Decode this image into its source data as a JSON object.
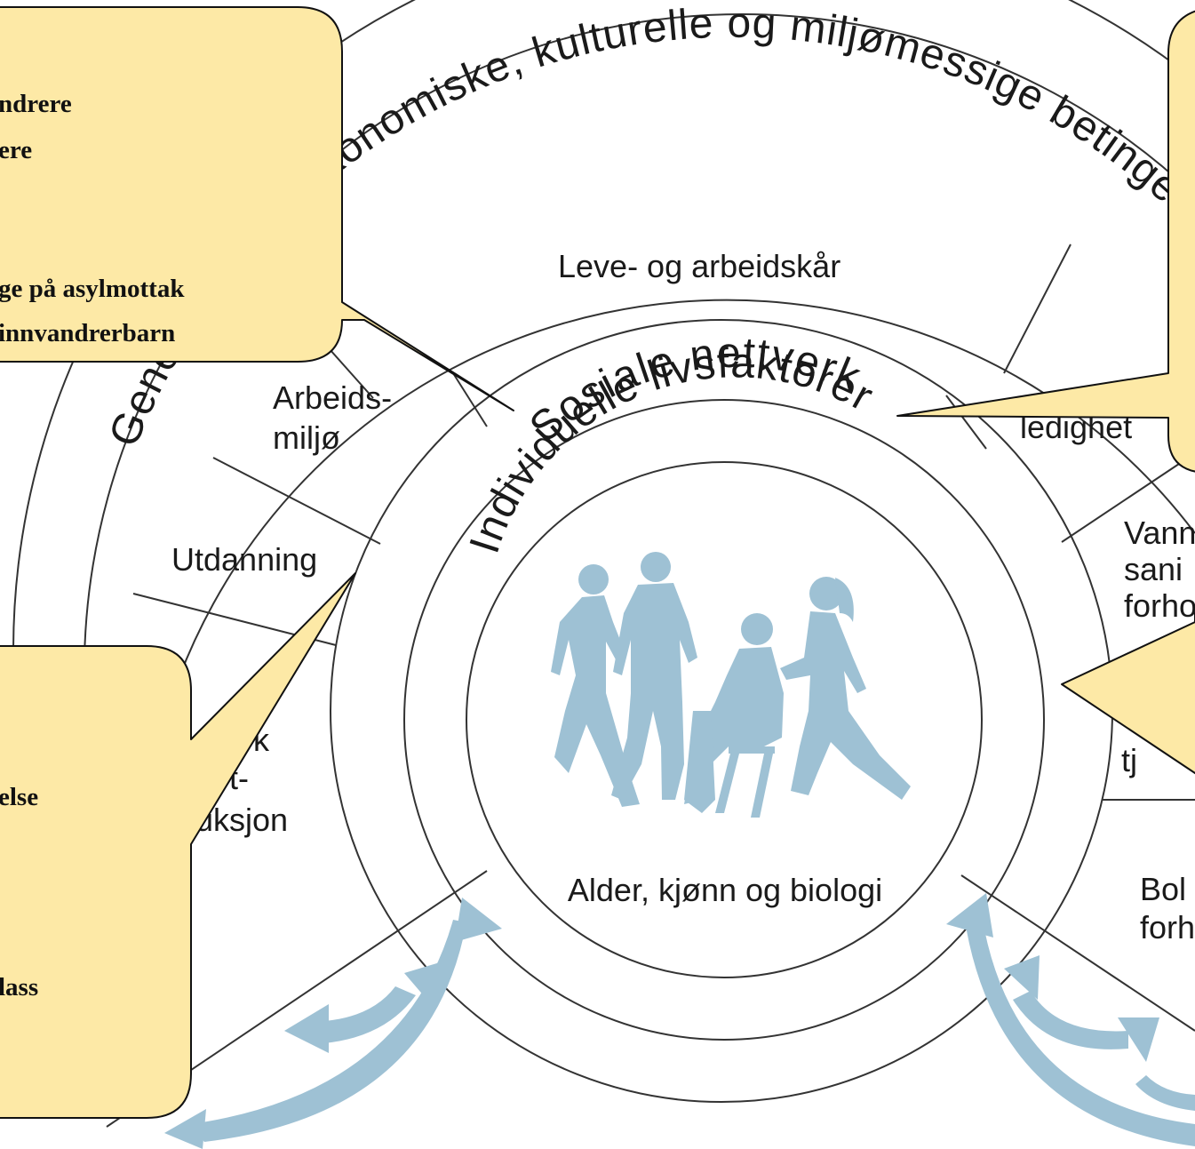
{
  "rings": {
    "outer_label": "Generelle sosioøkonomiske, kulturelle og miljømessige betingelser",
    "social_networks": "Sosiale nettverk",
    "individual_factors": "Individuelle livsfaktorer",
    "core": "Alder, kjønn og biologi"
  },
  "segments": {
    "living_working": "Leve- og arbeidskår",
    "work_env_1": "Arbeids-",
    "work_env_2": "miljø",
    "education": "Utdanning",
    "food_1": "k",
    "food_2": "t-",
    "food_3": "uksjon",
    "unemployment": "ledighet",
    "water_1": "Vann",
    "water_2": "sani",
    "water_3": "forho",
    "health_services": "tj",
    "housing_1": "Bol",
    "housing_2": "forh"
  },
  "callouts": {
    "top_left": {
      "line1": "ndrere",
      "line2": "ere",
      "line3": "ge på asylmottak",
      "line4": "innvandrerbarn"
    },
    "bottom_left": {
      "line1": "else",
      "line2": "lass"
    }
  },
  "colors": {
    "callout_fill": "#fde9a6",
    "arrow_blue": "#9ec1d4",
    "line": "#333333"
  }
}
